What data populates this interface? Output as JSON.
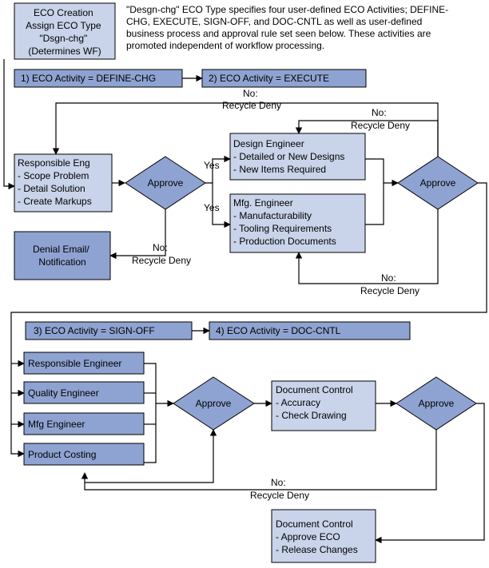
{
  "colors": {
    "box_light": "#c9d4ea",
    "box_dark": "#8ea3d1",
    "diamond": "#8ea3d1",
    "stroke": "#000000"
  },
  "intro": {
    "creation_lines": [
      "ECO Creation",
      "Assign ECO Type",
      "\"Dsgn-chg\"",
      "(Determines WF)"
    ],
    "description_lines": [
      "\"Desgn-chg\" ECO Type specifies four user-defined ECO Activities; DEFINE-",
      "CHG, EXECUTE, SIGN-OFF, and  DOC-CNTL as well as user-defined",
      "business process and approval rule set seen below. These activities are",
      "promoted independent of workflow processing."
    ]
  },
  "activities": {
    "a1": "1) ECO Activity = DEFINE-CHG",
    "a2": "2) ECO Activity = EXECUTE",
    "a3": "3) ECO Activity = SIGN-OFF",
    "a4": "4) ECO Activity = DOC-CNTL"
  },
  "stage1": {
    "responsible_eng": [
      "Responsible Eng",
      "- Scope Problem",
      "- Detail Solution",
      "- Create Markups"
    ],
    "approve": "Approve",
    "yes": "Yes",
    "denial": [
      "Denial Email/",
      "Notification"
    ],
    "recycle_deny": [
      "No:",
      "Recycle Deny"
    ]
  },
  "stage2": {
    "design_engineer": [
      "Design Engineer",
      "- Detailed or New  Designs",
      "- New Items Required"
    ],
    "mfg_engineer": [
      "Mfg. Engineer",
      "- Manufacturability",
      "- Tooling Requirements",
      "- Production Documents"
    ],
    "approve": "Approve",
    "recycle_top": [
      "No:",
      "Recycle Deny"
    ],
    "recycle_design": [
      "No:",
      "Recycle Deny"
    ],
    "recycle_mfg": [
      "No:",
      "Recycle Deny"
    ]
  },
  "stage3": {
    "responsible_engineer": "Responsible Engineer",
    "quality_engineer": "Quality Engineer",
    "mfg_engineer": "Mfg Engineer",
    "product_costing": "Product Costing",
    "approve_1": "Approve",
    "doc_control_1": [
      "Document Control",
      "- Accuracy",
      "- Check Drawing"
    ],
    "approve_2": "Approve",
    "recycle_deny": [
      "No:",
      "Recycle Deny"
    ],
    "doc_control_2": [
      "Document Control",
      "- Approve ECO",
      "- Release Changes"
    ]
  }
}
